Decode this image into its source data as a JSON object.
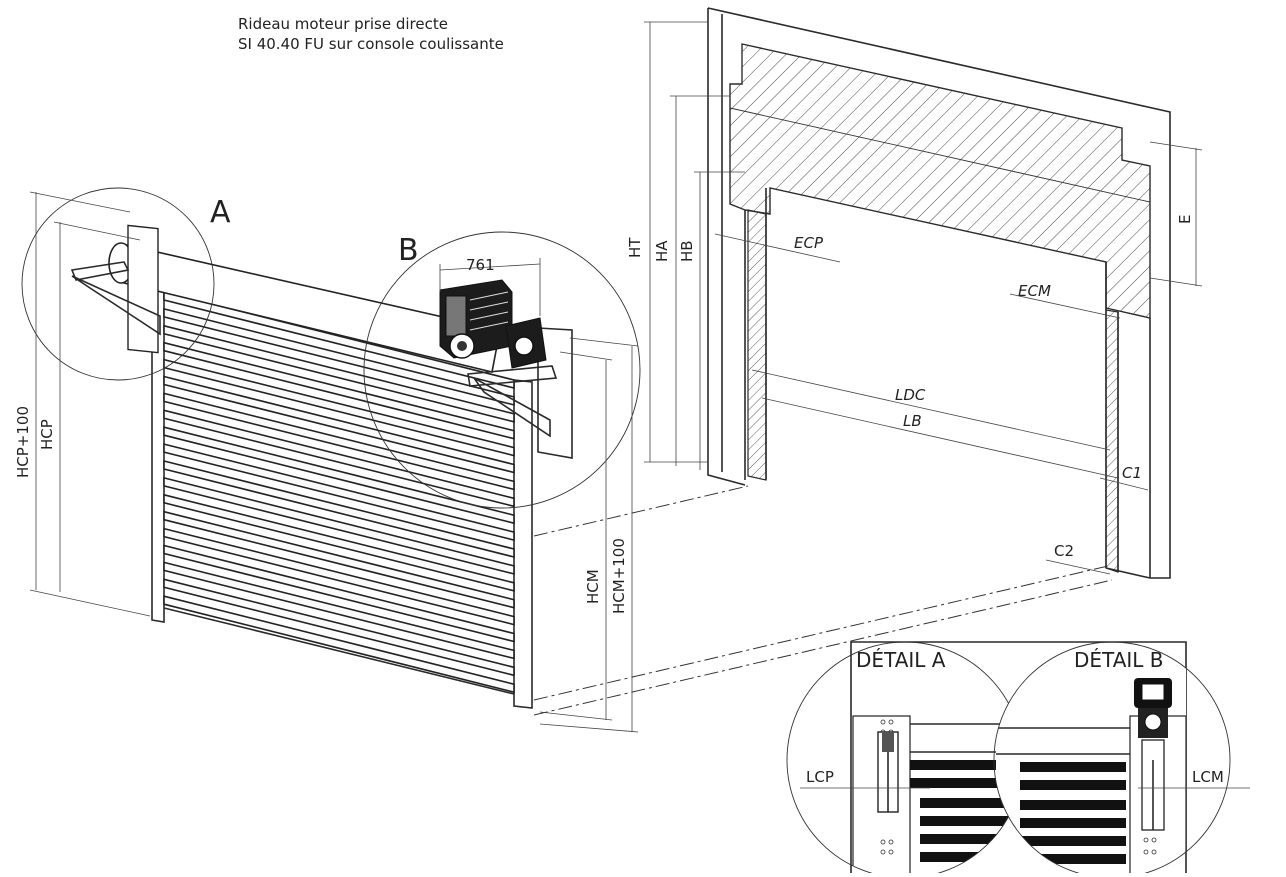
{
  "title": {
    "line1": "Rideau moteur prise directe",
    "line2": "SI 40.40 FU sur console coulissante"
  },
  "callouts": {
    "a": "A",
    "b": "B"
  },
  "dimensions": {
    "d761": "761",
    "hcp_plus": "HCP+100",
    "hcp": "HCP",
    "hcm": "HCM",
    "hcm_plus": "HCM+100",
    "ht": "HT",
    "ha": "HA",
    "hb": "HB",
    "e": "E",
    "ecp": "ECP",
    "ecm": "ECM",
    "ldc": "LDC",
    "lb": "LB",
    "c1": "C1",
    "c2": "C2",
    "lcp": "LCP",
    "lcm": "LCM"
  },
  "details": {
    "a_title": "DÉTAIL A",
    "b_title": "DÉTAIL B"
  }
}
